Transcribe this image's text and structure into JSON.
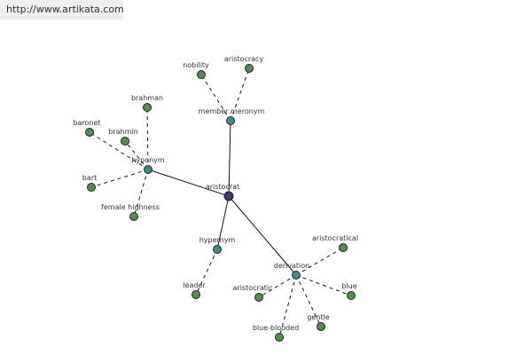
{
  "header": {
    "url": "http://www.artikata.com"
  },
  "colors": {
    "leaf_fill": "#4e8f4e",
    "relation_fill": "#3a8b8c",
    "root_fill": "#3f3a7a",
    "edge": "#111111"
  },
  "graph": {
    "root": {
      "id": "aristocrat",
      "label": "aristocrat"
    },
    "relations": [
      {
        "id": "member_meronym",
        "label": "member meronym",
        "targets": [
          {
            "id": "nobility",
            "label": "nobility"
          },
          {
            "id": "aristocracy",
            "label": "aristocracy"
          }
        ]
      },
      {
        "id": "hyponym",
        "label": "hyponym",
        "targets": [
          {
            "id": "brahman",
            "label": "brahman"
          },
          {
            "id": "baronet",
            "label": "baronet"
          },
          {
            "id": "brahmin",
            "label": "brahmin"
          },
          {
            "id": "bart",
            "label": "bart"
          },
          {
            "id": "female_highness",
            "label": "female highness"
          }
        ]
      },
      {
        "id": "hypernym",
        "label": "hypernym",
        "targets": [
          {
            "id": "leader",
            "label": "leader"
          }
        ]
      },
      {
        "id": "derivation",
        "label": "derivation",
        "targets": [
          {
            "id": "aristocratical",
            "label": "aristocratical"
          },
          {
            "id": "aristocratic",
            "label": "aristocratic"
          },
          {
            "id": "blue",
            "label": "blue"
          },
          {
            "id": "gentle",
            "label": "gentle"
          },
          {
            "id": "blue_blooded",
            "label": "blue-blooded"
          }
        ]
      }
    ]
  }
}
